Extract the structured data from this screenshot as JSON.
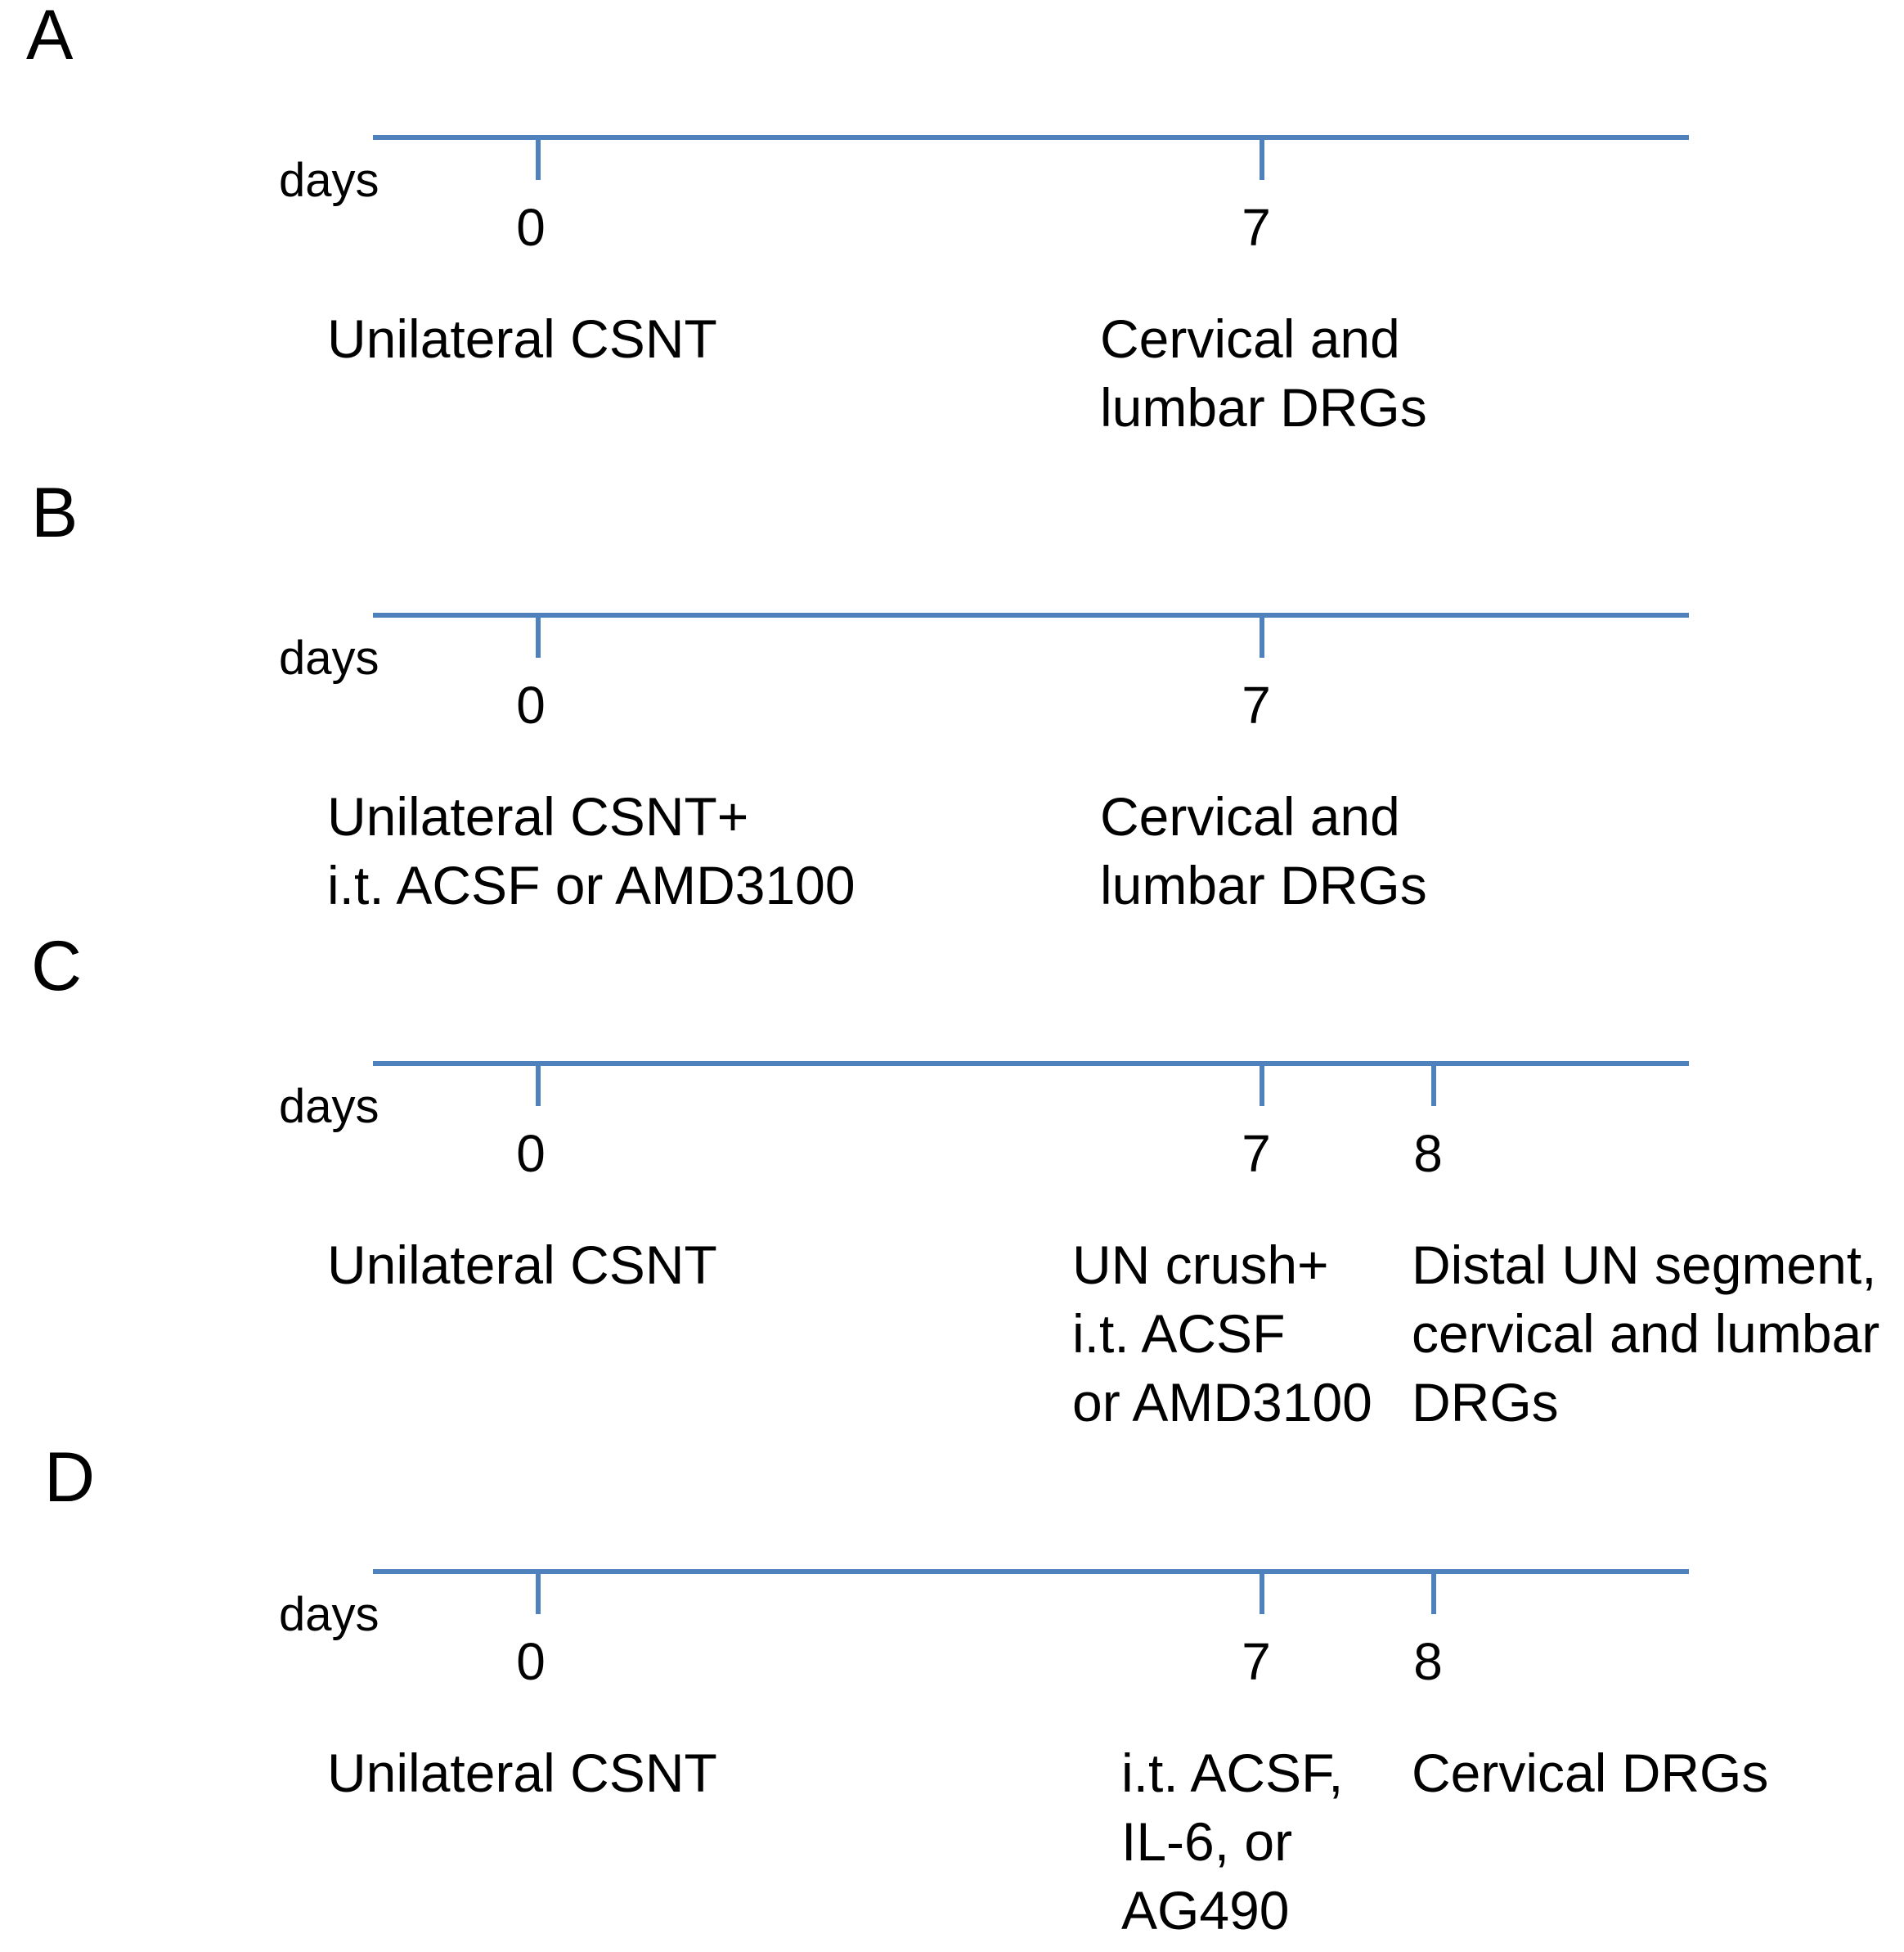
{
  "figure": {
    "axis_label": "days",
    "colors": {
      "timeline": "#4f81bd",
      "text": "#000000",
      "background": "#ffffff"
    }
  },
  "panels": [
    {
      "letter": "A",
      "ticks": [
        {
          "day": "0",
          "label_lines": [
            "Unilateral CSNT"
          ]
        },
        {
          "day": "7",
          "label_lines": [
            "Cervical and",
            "lumbar DRGs"
          ]
        }
      ]
    },
    {
      "letter": "B",
      "ticks": [
        {
          "day": "0",
          "label_lines": [
            "Unilateral CSNT+",
            "i.t. ACSF or AMD3100"
          ]
        },
        {
          "day": "7",
          "label_lines": [
            "Cervical and",
            "lumbar DRGs"
          ]
        }
      ]
    },
    {
      "letter": "C",
      "ticks": [
        {
          "day": "0",
          "label_lines": [
            "Unilateral CSNT"
          ]
        },
        {
          "day": "7",
          "label_lines": [
            "UN crush+",
            "i.t. ACSF",
            "or AMD3100"
          ]
        },
        {
          "day": "8",
          "label_lines": [
            "Distal UN segment,",
            "cervical and lumbar",
            "DRGs"
          ]
        }
      ]
    },
    {
      "letter": "D",
      "ticks": [
        {
          "day": "0",
          "label_lines": [
            "Unilateral CSNT"
          ]
        },
        {
          "day": "7",
          "label_lines": [
            "i.t. ACSF,",
            "IL-6, or",
            "AG490"
          ]
        },
        {
          "day": "8",
          "label_lines": [
            "Cervical DRGs"
          ]
        }
      ]
    }
  ]
}
